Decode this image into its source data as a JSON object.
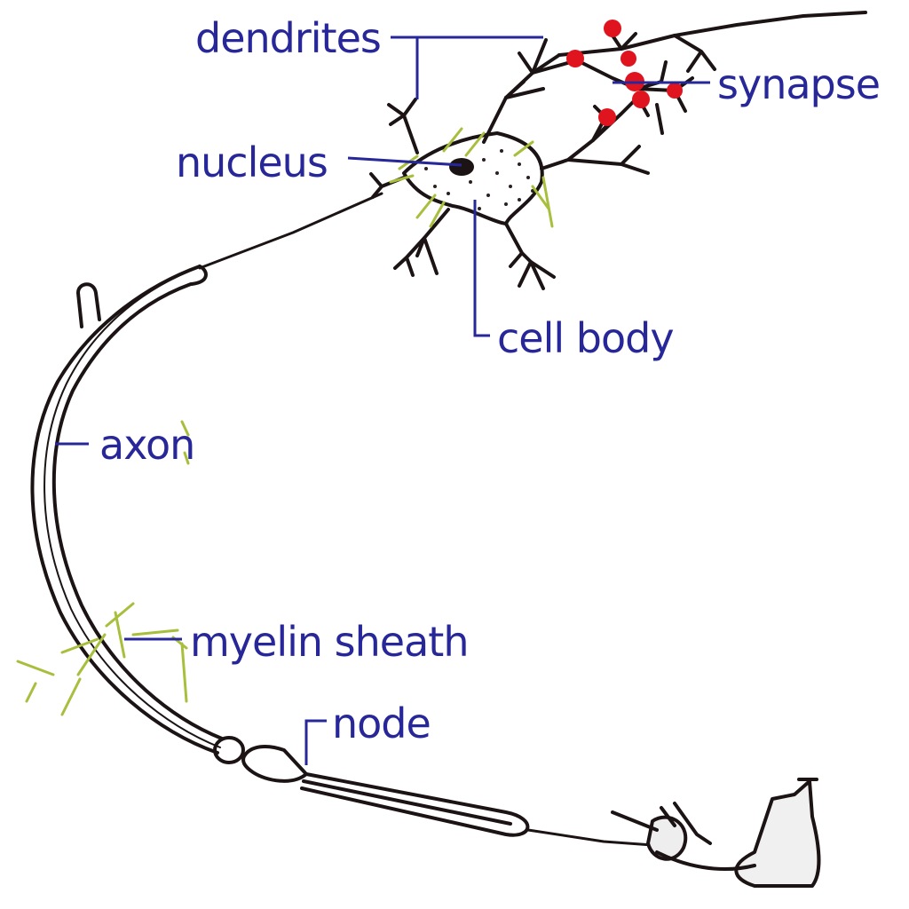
{
  "labels": {
    "dendrites": "dendrites",
    "synapse": "synapse",
    "nucleus": "nucleus",
    "cell_body": "cell body",
    "axon": "axon",
    "myelin_sheath": "myelin sheath",
    "node": "node"
  },
  "colors": {
    "label": "#27279a",
    "outline": "#1c1414",
    "synapse": "#e0141e",
    "glia": "#a7bf3c"
  }
}
